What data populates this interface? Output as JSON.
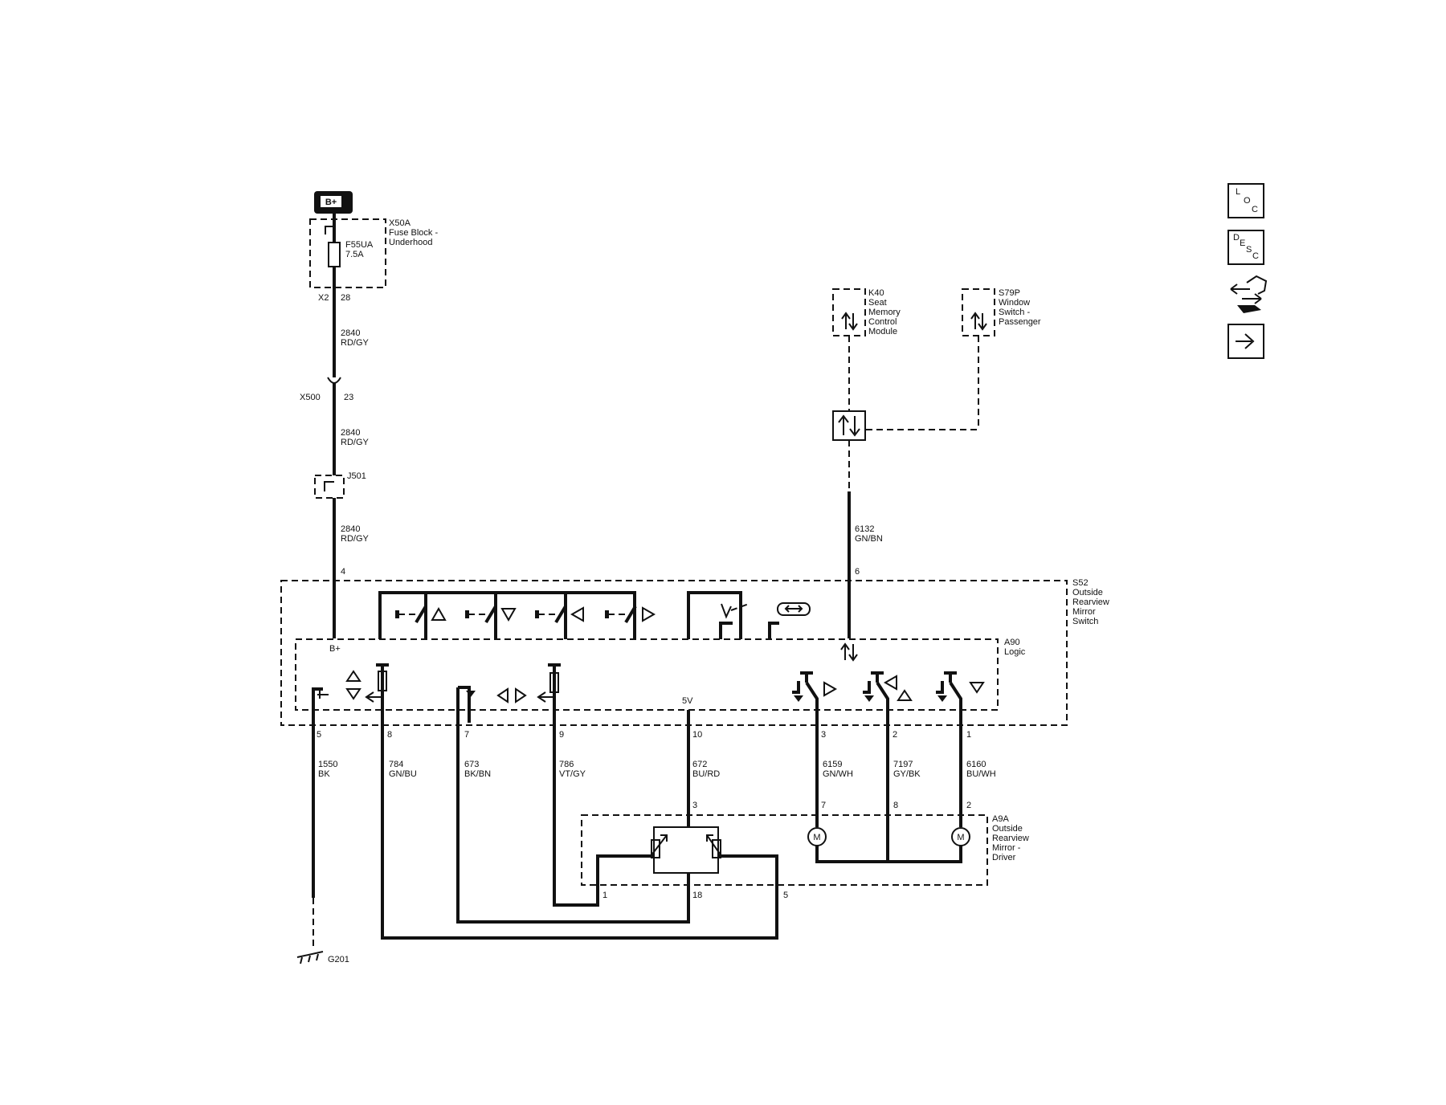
{
  "power": {
    "battery": "B+"
  },
  "fuse_block": {
    "id": "X50A",
    "name_line1": "Fuse Block -",
    "name_line2": "Underhood",
    "fuse_id": "F55UA",
    "fuse_rating": "7.5A",
    "connector": "X2",
    "pin": "28"
  },
  "wire_2840": {
    "circuit": "2840",
    "color": "RD/GY"
  },
  "inline_connector": {
    "id": "X500",
    "pin": "23"
  },
  "splice": {
    "id": "J501"
  },
  "k40": {
    "id": "K40",
    "line1": "Seat",
    "line2": "Memory",
    "line3": "Control",
    "line4": "Module"
  },
  "s79p": {
    "id": "S79P",
    "line1": "Window",
    "line2": "Switch -",
    "line3": "Passenger"
  },
  "wire_6132": {
    "circuit": "6132",
    "color": "GN/BN",
    "pin": "6"
  },
  "s52": {
    "id": "S52",
    "line1": "Outside",
    "line2": "Rearview",
    "line3": "Mirror",
    "line4": "Switch"
  },
  "a90": {
    "id": "A90",
    "name": "Logic",
    "b_plus_pin": "4",
    "b_plus": "B+",
    "five_v": "5V"
  },
  "lower_wires": [
    {
      "pin": "5",
      "circuit": "1550",
      "color": "BK"
    },
    {
      "pin": "8",
      "circuit": "784",
      "color": "GN/BU"
    },
    {
      "pin": "7",
      "circuit": "673",
      "color": "BK/BN"
    },
    {
      "pin": "9",
      "circuit": "786",
      "color": "VT/GY"
    },
    {
      "pin": "10",
      "circuit": "672",
      "color": "BU/RD"
    },
    {
      "pin": "3",
      "circuit": "6159",
      "color": "GN/WH"
    },
    {
      "pin": "2",
      "circuit": "7197",
      "color": "GY/BK"
    },
    {
      "pin": "1",
      "circuit": "6160",
      "color": "BU/WH"
    }
  ],
  "a9a": {
    "id": "A9A",
    "line1": "Outside",
    "line2": "Rearview",
    "line3": "Mirror -",
    "line4": "Driver",
    "pin_top": "3",
    "pin_1": "1",
    "pin_18": "18",
    "pin_5": "5",
    "pin_7": "7",
    "pin_8": "8",
    "pin_2": "2",
    "motor": "M"
  },
  "ground": {
    "id": "G201"
  },
  "nav": {
    "loc": {
      "l": "L",
      "o": "O",
      "c": "C"
    },
    "desc": {
      "d": "D",
      "e": "E",
      "s": "S",
      "c": "C"
    }
  }
}
